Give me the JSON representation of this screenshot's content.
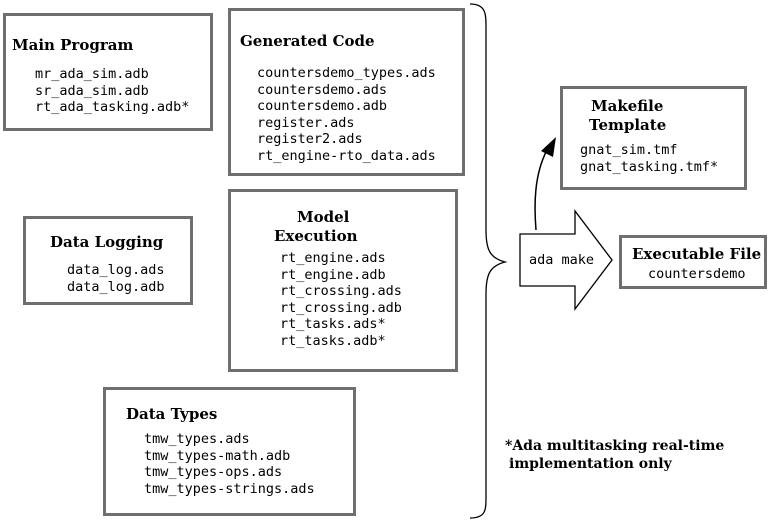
{
  "boxes": {
    "main_program": {
      "title": "Main Program",
      "files": [
        "mr_ada_sim.adb",
        "sr_ada_sim.adb",
        "rt_ada_tasking.adb*"
      ]
    },
    "generated_code": {
      "title": "Generated Code",
      "files": [
        "countersdemo_types.ads",
        "countersdemo.ads",
        "countersdemo.adb",
        "register.ads",
        "register2.ads",
        "rt_engine-rto_data.ads"
      ]
    },
    "data_logging": {
      "title": "Data Logging",
      "files": [
        "data_log.ads",
        "data_log.adb"
      ]
    },
    "model_execution": {
      "title_line1": "Model",
      "title_line2": "Execution",
      "files": [
        "rt_engine.ads",
        "rt_engine.adb",
        "rt_crossing.ads",
        "rt_crossing.adb",
        "rt_tasks.ads*",
        "rt_tasks.adb*"
      ]
    },
    "data_types": {
      "title": "Data Types",
      "files": [
        "tmw_types.ads",
        "tmw_types-math.adb",
        "tmw_types-ops.ads",
        "tmw_types-strings.ads"
      ]
    },
    "makefile_template": {
      "title_line1": "Makefile",
      "title_line2": "Template",
      "files": [
        "gnat_sim.tmf",
        "gnat_tasking.tmf*"
      ]
    },
    "executable_file": {
      "title": "Executable File",
      "files": [
        "countersdemo"
      ]
    }
  },
  "process_arrow_label": "ada make",
  "footnote": {
    "line1": "*Ada multitasking real-time",
    "line2": "implementation only"
  }
}
